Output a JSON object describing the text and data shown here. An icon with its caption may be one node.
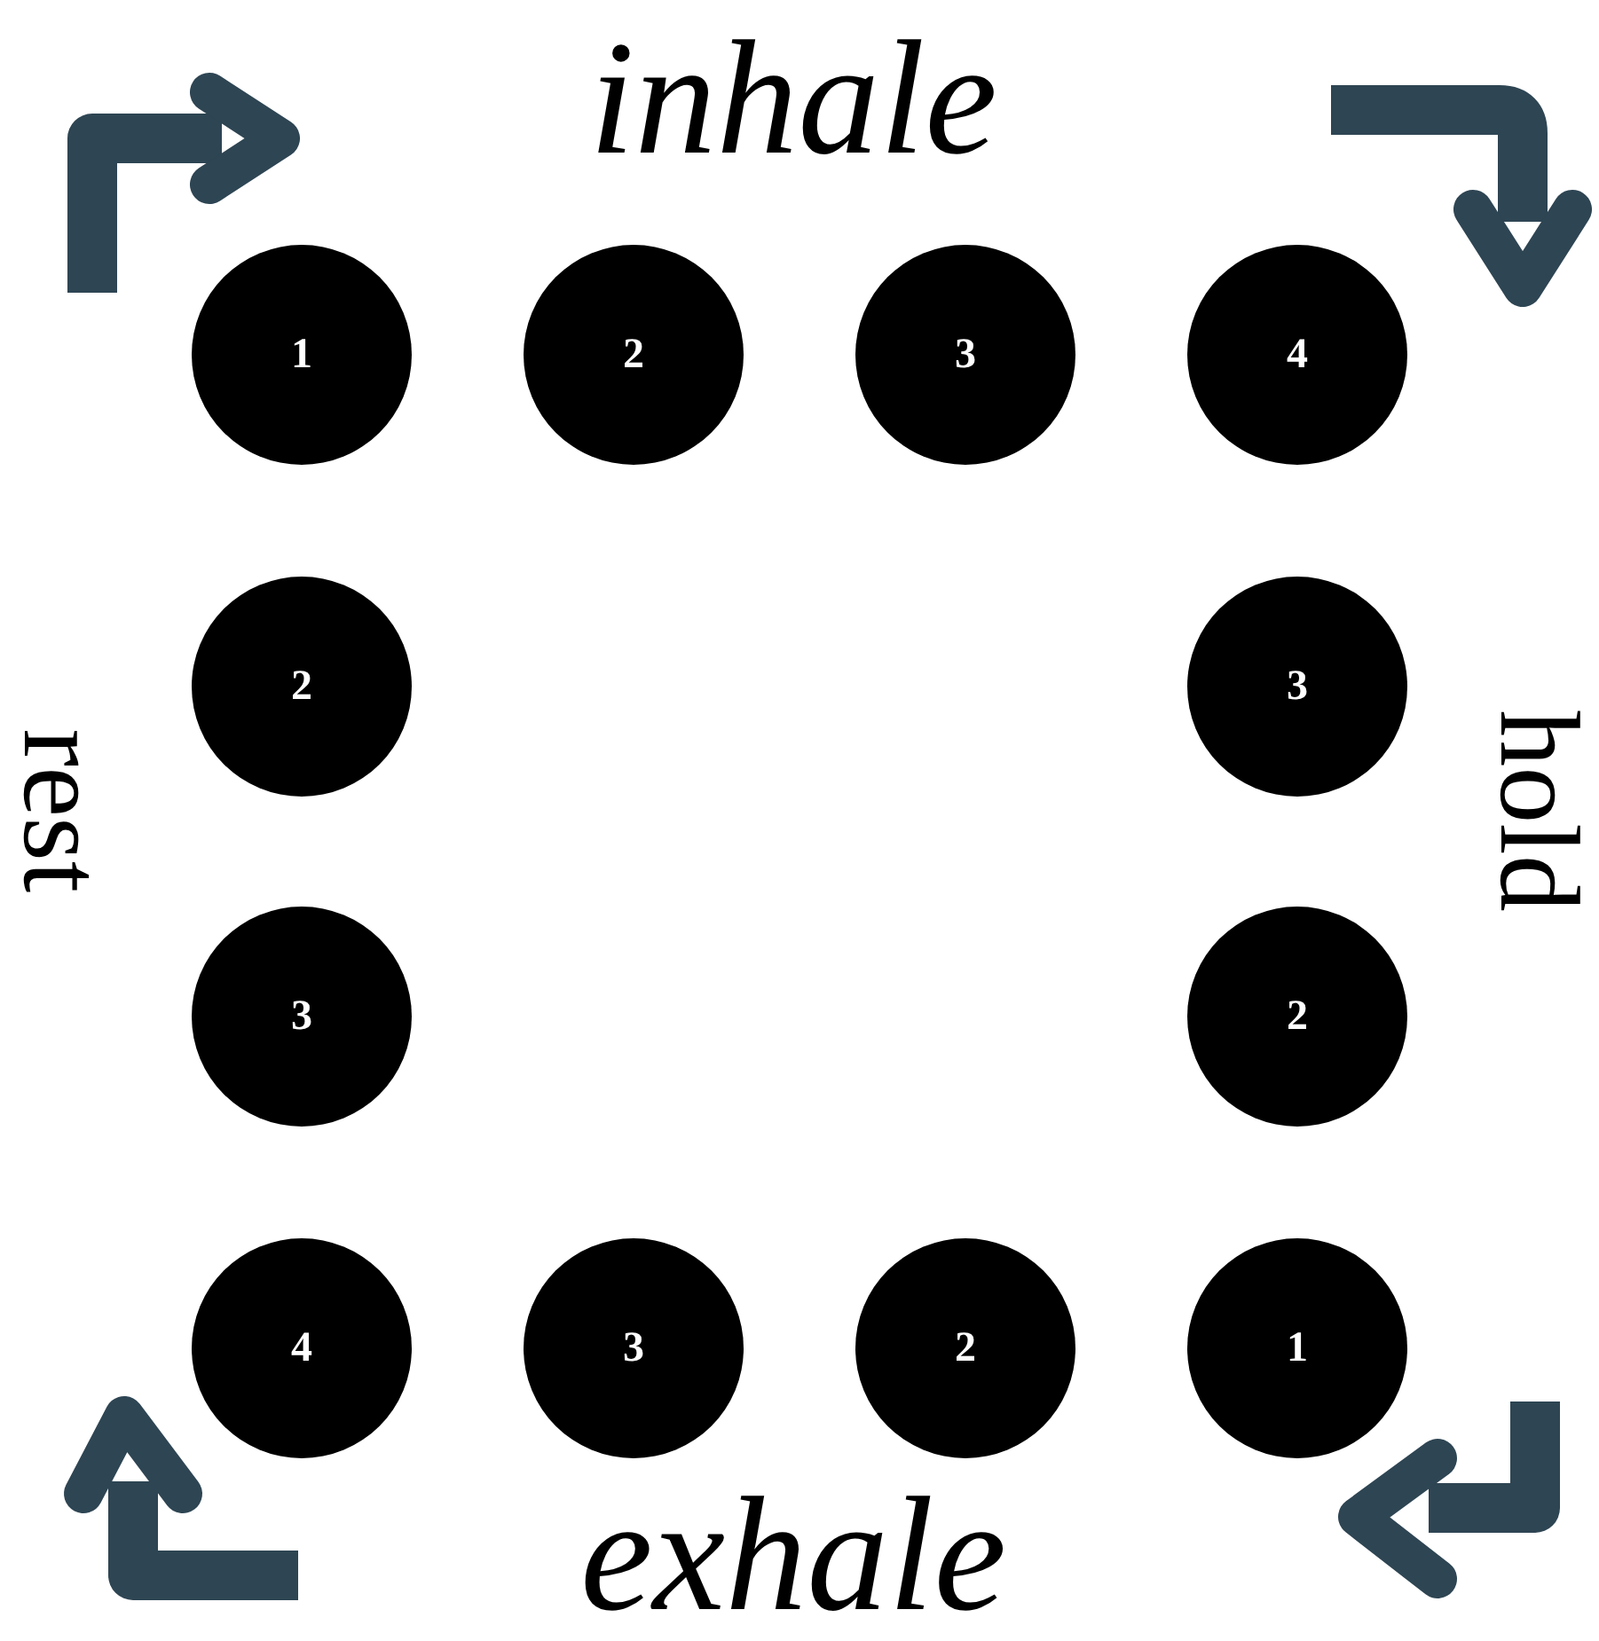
{
  "diagram": {
    "nodes": [
      {
        "text": [
          "1"
        ]
      },
      {
        "text": [
          "2"
        ]
      },
      {
        "text": [
          "3"
        ]
      },
      {
        "text": [
          "4"
        ]
      },
      {
        "text": [
          "2"
        ]
      },
      {
        "text": [
          "3"
        ]
      },
      {
        "text": [
          "3"
        ]
      },
      {
        "text": [
          "2"
        ]
      },
      {
        "text": [
          "4"
        ]
      },
      {
        "text": [
          "3"
        ]
      },
      {
        "text": [
          "2"
        ]
      },
      {
        "text": [
          "1"
        ]
      }
    ],
    "labels": [
      "inhale",
      "rest",
      "hold",
      "exhale"
    ]
  }
}
